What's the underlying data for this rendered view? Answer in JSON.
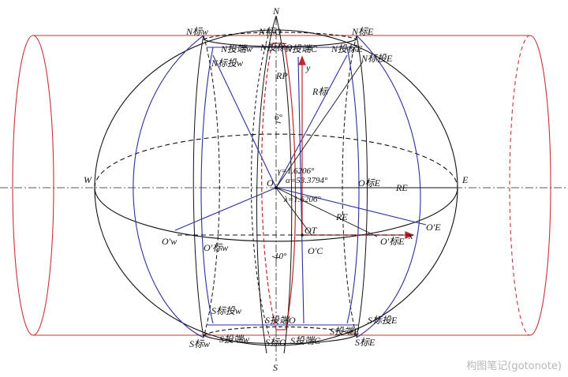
{
  "labels": {
    "N": "N",
    "S": "S",
    "W": "W",
    "E": "E",
    "N_biao_w": "N标w",
    "N_biao_o": "N标O",
    "N_biao_e": "N标E",
    "N_tou_w": "N投端w",
    "N_tou_c": "N投端C",
    "N_tou_e": "N投标E",
    "N_biaotou_w": "N标投w",
    "N_biaotou_e": "N标投E",
    "N_proj_o": "N投标O",
    "S_biao_w": "S标w",
    "S_biao_o": "S标O",
    "S_biao_e": "S标E",
    "S_tou_w": "S投端w",
    "S_tou_c": "S投端C",
    "S_tou_e": "S投端E",
    "S_biaotou_w": "S标投w",
    "S_biaotou_e": "S标投E",
    "S_tao_o": "S投端O",
    "O": "O",
    "O_biao_E": "O标E",
    "O_T": "OT",
    "O_C": "O′C",
    "O_w": "O′w",
    "O_biao_w": "O′标w",
    "O_biao_E2": "O′标E",
    "O_E": "O′E",
    "R_P": "RP",
    "R_biao": "R标",
    "R_E_top": "RE",
    "R_E_bottom": "RE",
    "y": "y",
    "x": "x",
    "angle_6": "6°",
    "angle_10": "10°",
    "gamma": "γ=1.6206°",
    "alpha": "α=53.3794°",
    "lambda": "λ=1.6206°"
  },
  "watermark": "构图笔记(gotonote)",
  "colors": {
    "black": "#111111",
    "red": "#c0262d",
    "blue": "#2b2f9e",
    "red_cyl": "#c8323a"
  }
}
